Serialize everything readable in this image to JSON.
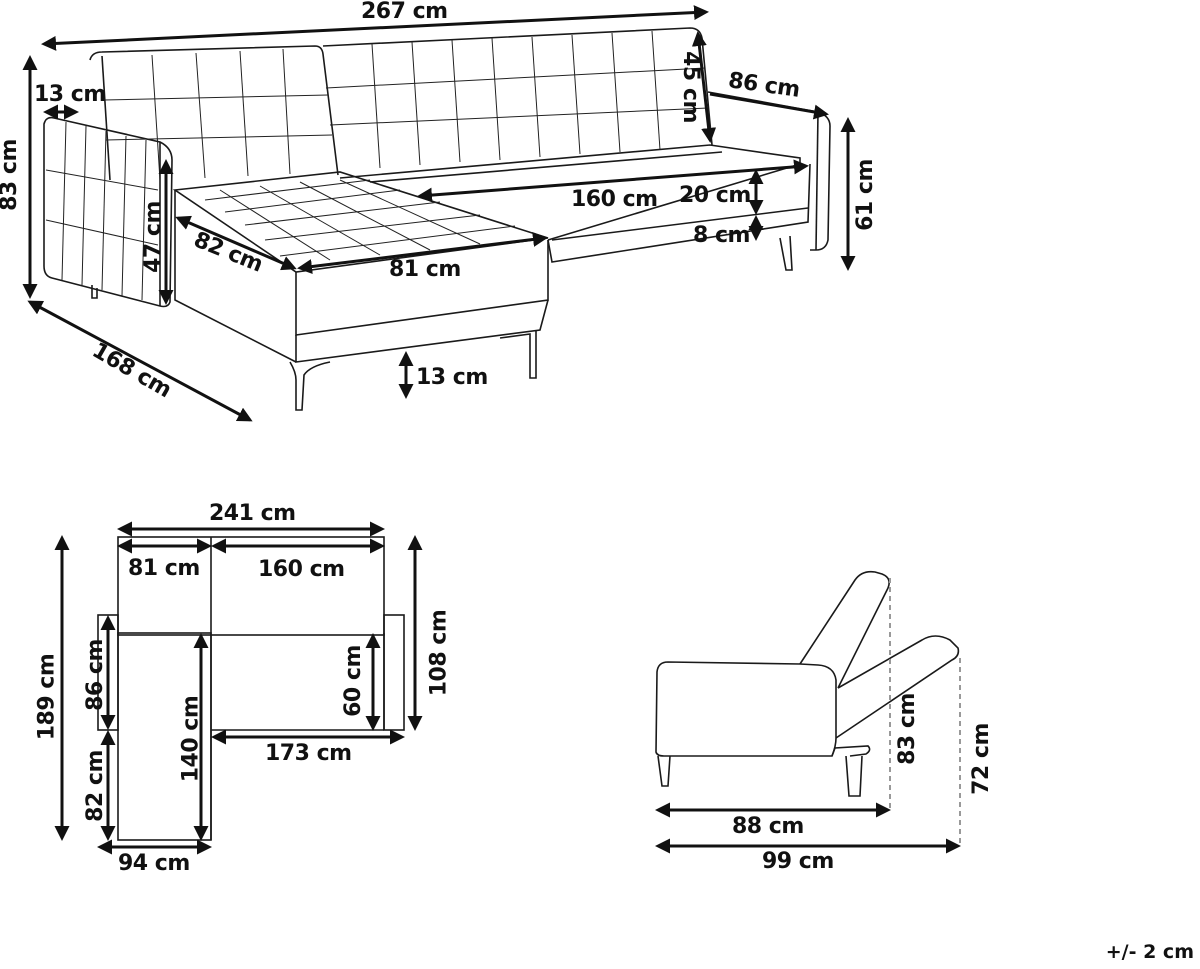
{
  "diagram": {
    "subject": "L-shaped corner sofa bed dimensions",
    "views": {
      "perspective": {
        "labels": {
          "total_width": "267 cm",
          "total_height": "83 cm",
          "armrest_width": "13 cm",
          "armrest_height": "47 cm",
          "chaise_depth": "82 cm",
          "chaise_width": "81 cm",
          "backrest_height": "45 cm",
          "sofa_depth": "86 cm",
          "seat_width": "160 cm",
          "seat_cushion": "20 cm",
          "base_height": "8 cm",
          "seat_height_right": "61 cm",
          "overall_depth": "168 cm",
          "leg_height": "13 cm"
        }
      },
      "top_view": {
        "labels": {
          "total_width": "241 cm",
          "chaise_width": "81 cm",
          "seat_width": "160 cm",
          "total_depth": "189 cm",
          "armrest_depth_left": "86 cm",
          "chaise_extension": "82 cm",
          "chaise_length": "140 cm",
          "seat_depth": "60 cm",
          "sofa_depth": "108 cm",
          "front_width": "173 cm",
          "chaise_outer_width": "94 cm"
        }
      },
      "side_view": {
        "labels": {
          "upright_height": "83 cm",
          "reclined_height": "72 cm",
          "upright_depth": "88 cm",
          "reclined_depth": "99 cm"
        }
      }
    },
    "tolerance": "+/- 2 cm",
    "colors": {
      "line": "#1a1a1a",
      "dashed": "#999999",
      "background": "#ffffff"
    }
  }
}
